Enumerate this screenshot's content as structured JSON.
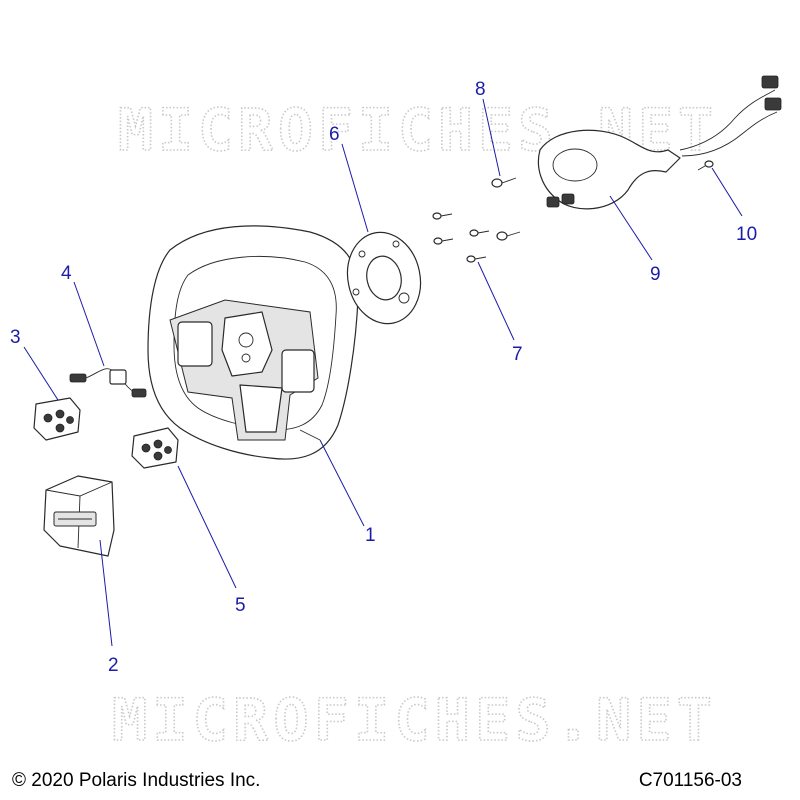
{
  "watermark": {
    "text": "MICROFICHES.NET",
    "color": "#c9c9c9"
  },
  "callouts": [
    {
      "id": "1",
      "label": "1"
    },
    {
      "id": "2",
      "label": "2"
    },
    {
      "id": "3",
      "label": "3"
    },
    {
      "id": "4",
      "label": "4"
    },
    {
      "id": "5",
      "label": "5"
    },
    {
      "id": "6",
      "label": "6"
    },
    {
      "id": "7",
      "label": "7"
    },
    {
      "id": "8",
      "label": "8"
    },
    {
      "id": "9",
      "label": "9"
    },
    {
      "id": "10",
      "label": "10"
    }
  ],
  "callout_color": "#1c1ca8",
  "footer": {
    "copyright": "© 2020 Polaris Industries Inc.",
    "drawing_number": "C701156-03"
  }
}
